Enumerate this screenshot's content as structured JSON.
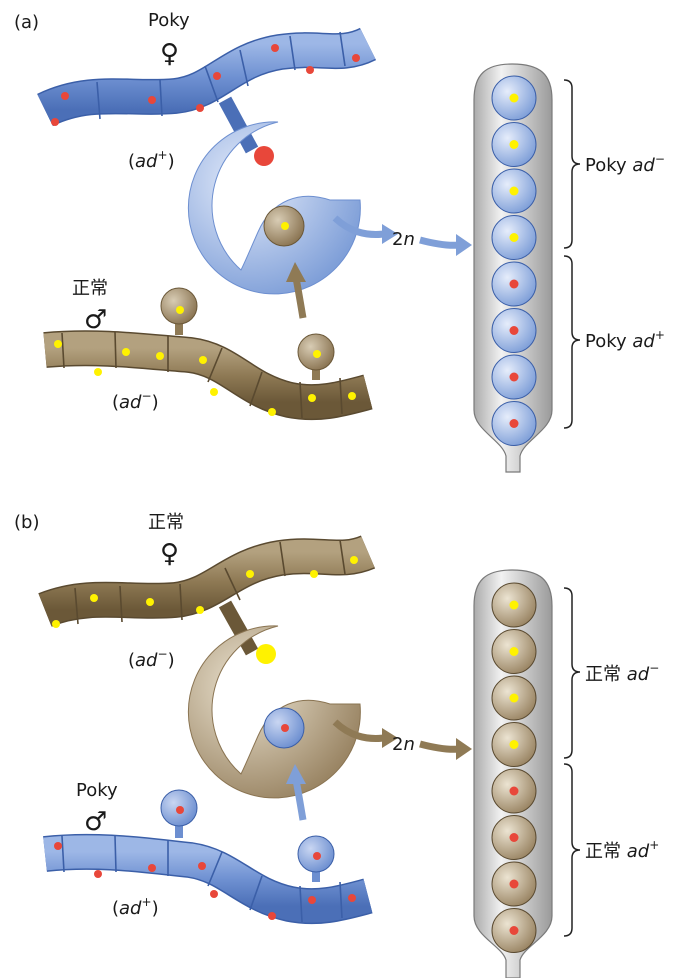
{
  "colors": {
    "poky": "#7f9fd8",
    "poky_light": "#c9d6f2",
    "poky_edge": "#3b5fa8",
    "normal": "#9a8564",
    "normal_light": "#d8ccb4",
    "normal_edge": "#5a4a30",
    "red_nucleus": "#e8473a",
    "yellow_nucleus": "#fff200",
    "ascus": "#c8c8c8"
  },
  "panel_a": {
    "panel_label": "(a)",
    "female_name": "Poky",
    "female_symbol": "♀",
    "female_genotype_pre": "(",
    "female_genotype": "ad",
    "female_genotype_sup": "+",
    "female_genotype_post": ")",
    "male_name": "正常",
    "male_symbol": "♂",
    "male_genotype_pre": "(",
    "male_genotype": "ad",
    "male_genotype_sup": "−",
    "male_genotype_post": ")",
    "ploidy": "2",
    "ploidy_italic": "n",
    "top_group_name": "Poky",
    "top_group_gene": "ad",
    "top_group_sup": "−",
    "bottom_group_name": "Poky",
    "bottom_group_gene": "ad",
    "bottom_group_sup": "+"
  },
  "panel_b": {
    "panel_label": "(b)",
    "female_name": "正常",
    "female_symbol": "♀",
    "female_genotype_pre": "(",
    "female_genotype": "ad",
    "female_genotype_sup": "−",
    "female_genotype_post": ")",
    "male_name": "Poky",
    "male_symbol": "♂",
    "male_genotype_pre": "(",
    "male_genotype": "ad",
    "male_genotype_sup": "+",
    "male_genotype_post": ")",
    "ploidy": "2",
    "ploidy_italic": "n",
    "top_group_name": "正常",
    "top_group_gene": "ad",
    "top_group_sup": "−",
    "bottom_group_name": "正常",
    "bottom_group_gene": "ad",
    "bottom_group_sup": "+"
  }
}
